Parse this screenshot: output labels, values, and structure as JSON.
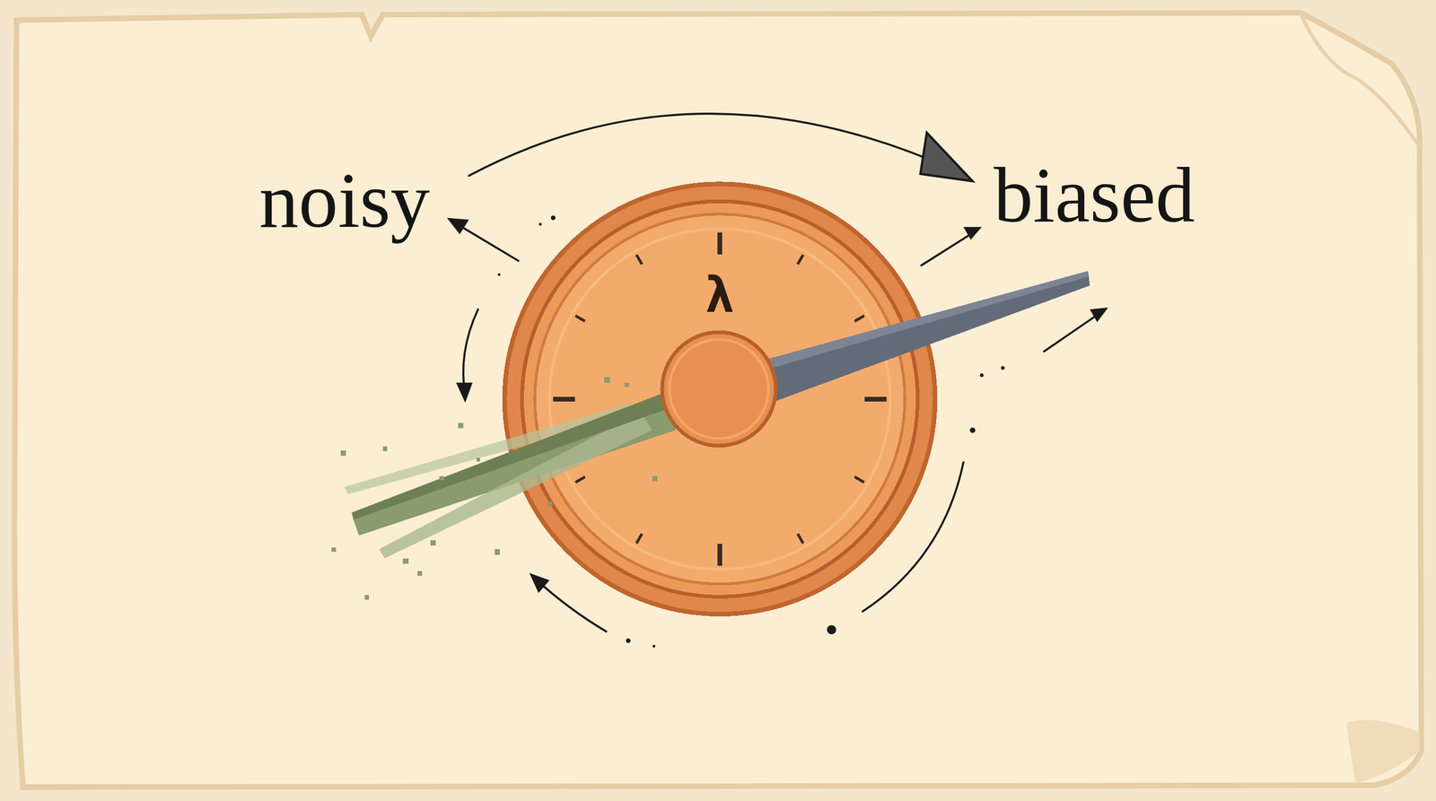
{
  "diagram": {
    "nodes": [
      {
        "text": [
          "λ"
        ]
      }
    ],
    "labels": [
      "noisy",
      "biased"
    ]
  }
}
